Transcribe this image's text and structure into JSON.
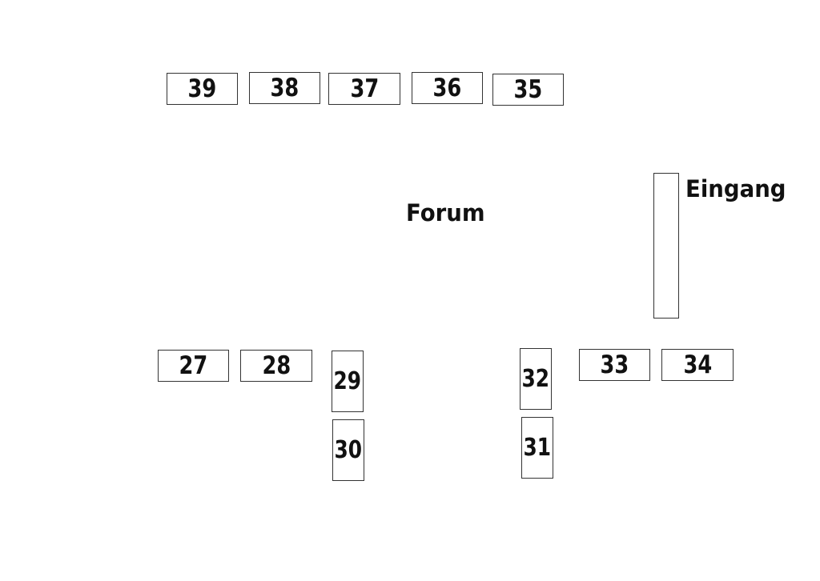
{
  "labels": {
    "forum": "Forum",
    "entrance": "Eingang"
  },
  "stands": {
    "s39": "39",
    "s38": "38",
    "s37": "37",
    "s36": "36",
    "s35": "35",
    "s27": "27",
    "s28": "28",
    "s29": "29",
    "s30": "30",
    "s32": "32",
    "s31": "31",
    "s33": "33",
    "s34": "34"
  }
}
